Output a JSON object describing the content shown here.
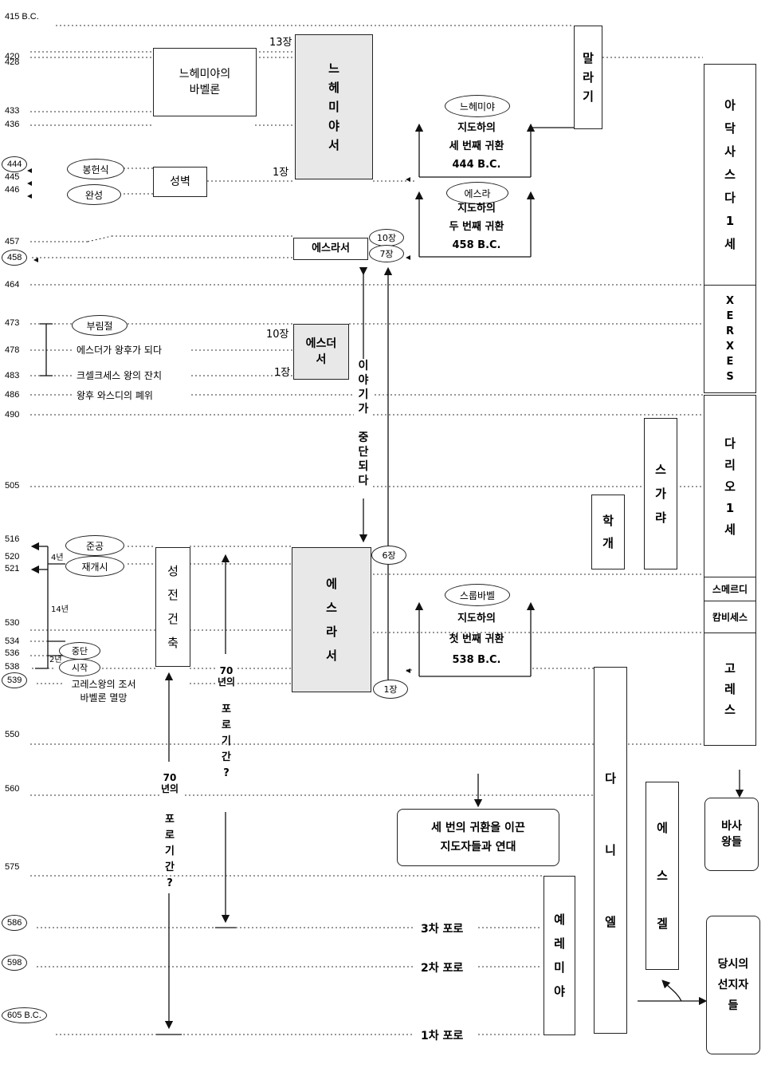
{
  "years": [
    "415 B.C.",
    "420",
    "428",
    "433",
    "436",
    "444",
    "445",
    "446",
    "457",
    "458",
    "464",
    "473",
    "478",
    "483",
    "486",
    "490",
    "505",
    "516",
    "520",
    "521",
    "530",
    "534",
    "536",
    "538",
    "539",
    "550",
    "560",
    "575",
    "586",
    "598",
    "605 B.C."
  ],
  "circled_years": [
    "444",
    "458",
    "539",
    "586",
    "598",
    "605"
  ],
  "books": {
    "nehemiah": "느\n헤\n미\n야\n서",
    "nehemiah_ch_top": "13장",
    "nehemiah_ch_bottom": "1장",
    "ezra_mid": "에스라서",
    "ezra_mid_ch_top": "10장",
    "ezra_mid_ch_bottom": "7장",
    "esther": "에스더\n서",
    "esther_ch_top": "10장",
    "esther_ch_bottom": "1장",
    "ezra_big": "에\n스\n라\n서",
    "ezra_big_ch_top": "6장",
    "ezra_big_ch_bottom": "1장",
    "temple": "성\n전\n건\n축"
  },
  "prophets": {
    "malachi": "말\n라\n기",
    "zechariah": "스\n가\n랴",
    "haggai": "학\n개",
    "daniel": "다\n니\n엘",
    "ezekiel": "에\n스\n겔",
    "jeremiah": "예\n레\n미\n야"
  },
  "kings": {
    "artaxerxes": "아\n닥\n사\n스\n다\n1\n세",
    "xerxes": "X\nE\nR\nX\nE\nS",
    "darius": "다\n리\n오\n1\n세",
    "smerdis": "스메르디",
    "cambyses": "캄비세스",
    "cyrus": "고\n레\n스",
    "persian_kings": "바사\n왕들",
    "prophets_of_time": "당시의\n선지자\n들"
  },
  "returns": {
    "third_leader": "느헤미야",
    "third_text": "지도하의\n세 번째 귀환\n444 B.C.",
    "second_leader": "에스라",
    "second_text": "지도하의\n두 번째 귀환\n458 B.C.",
    "first_leader": "스룹바벨",
    "first_text": "지도하의\n첫 번째 귀환\n538 B.C."
  },
  "events": {
    "nehemiah_babylon": "느헤미야의\n바벨론",
    "wall": "성벽",
    "dedication": "봉헌식",
    "completion": "완성",
    "purim": "부림절",
    "esther_queen": "에스더가 왕후가 되다",
    "feast": "크셀크세스 왕의 잔치",
    "vashti": "왕후 와스디의 폐위",
    "completed": "준공",
    "resumed": "재개시",
    "halt": "중단",
    "started": "시작",
    "cyrus_decree": "고레스왕의 조서\n바벨론 멸망",
    "story_paused": "이\n야\n기\n가\n\n중\n단\n되\n다",
    "years_4": "4년",
    "years_14": "14년",
    "years_2": "2년",
    "captivity_70a": "70\n년의",
    "captivity_70a_q": "포\n로\n기\n간\n?",
    "captivity_70b": "70\n년의",
    "captivity_70b_q": "포\n로\n기\n간\n?",
    "leaders_dates": "세 번의 귀환을 이끈\n지도자들과 연대",
    "exile3": "3차 포로",
    "exile2": "2차 포로",
    "exile1": "1차 포로"
  }
}
